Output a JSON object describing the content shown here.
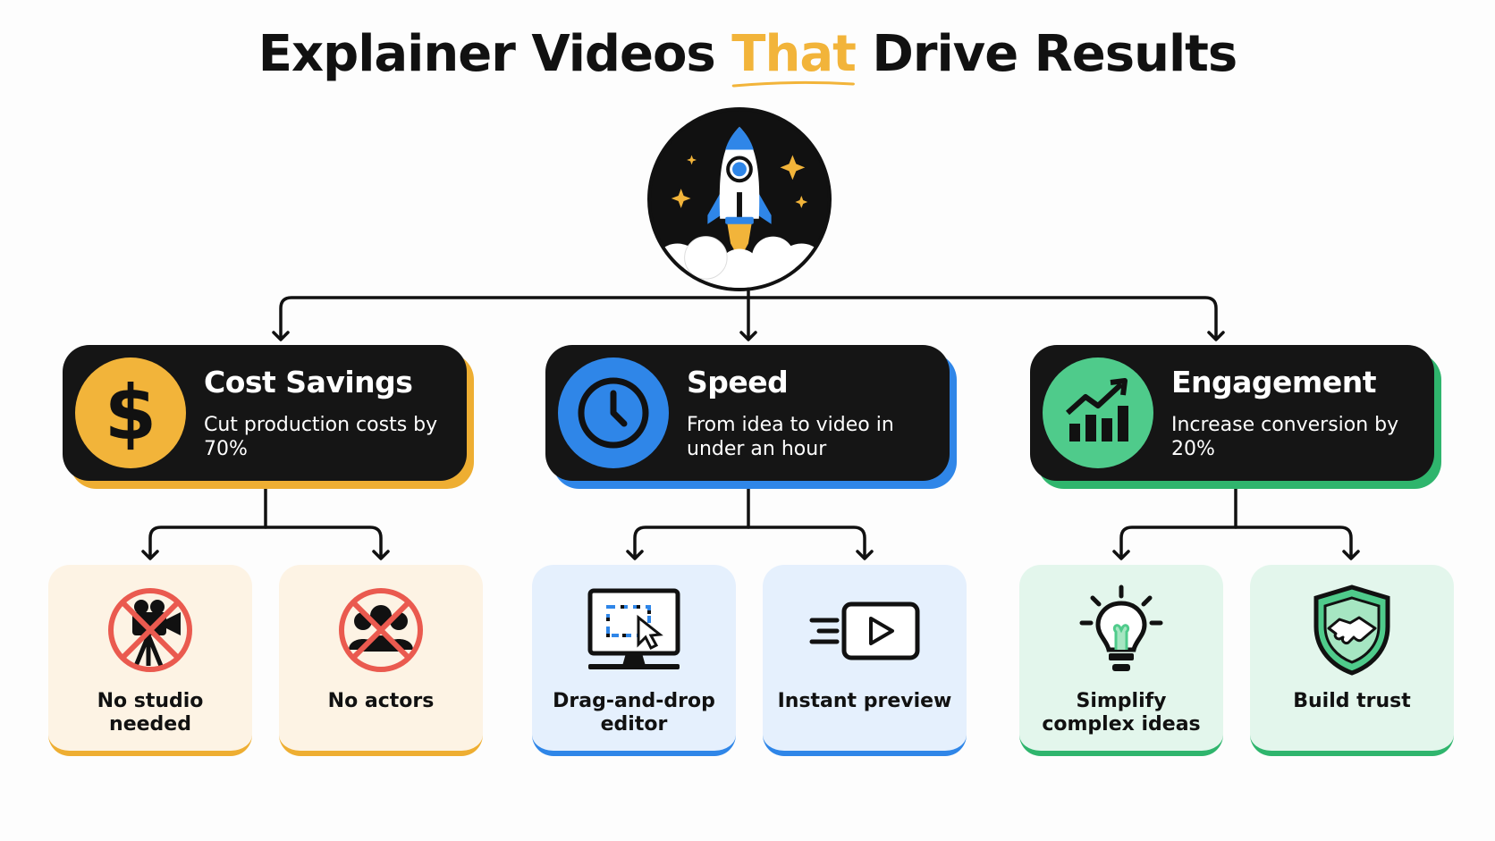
{
  "header": {
    "title_before": "Explainer Videos ",
    "title_highlight": "That",
    "title_after": " Drive Results"
  },
  "colors": {
    "accent_yellow": "#f2b43a",
    "accent_blue": "#2f86e8",
    "accent_green": "#4fcb8b",
    "card_dark": "#151515"
  },
  "branches": [
    {
      "title": "Cost Savings",
      "description": "Cut production costs by 70%",
      "icon": "dollar-icon",
      "children": [
        {
          "label": "No studio needed",
          "icon": "no-camera-icon"
        },
        {
          "label": "No actors",
          "icon": "no-people-icon"
        }
      ]
    },
    {
      "title": "Speed",
      "description": "From idea to video in under an hour",
      "icon": "clock-icon",
      "children": [
        {
          "label": "Drag-and-drop editor",
          "icon": "monitor-cursor-icon"
        },
        {
          "label": "Instant preview",
          "icon": "play-icon"
        }
      ]
    },
    {
      "title": "Engagement",
      "description": "Increase conversion by 20%",
      "icon": "growth-chart-icon",
      "children": [
        {
          "label": "Simplify complex ideas",
          "icon": "lightbulb-icon"
        },
        {
          "label": "Build trust",
          "icon": "handshake-shield-icon"
        }
      ]
    }
  ],
  "hub": {
    "icon": "rocket-icon"
  }
}
